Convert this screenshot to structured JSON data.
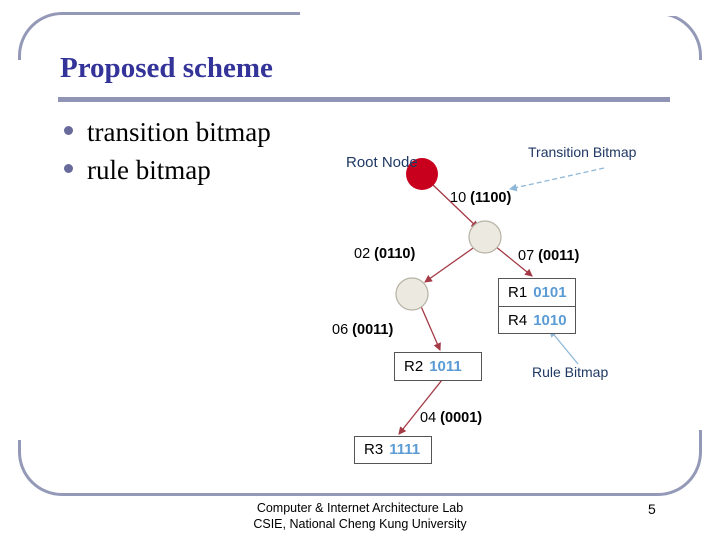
{
  "slide": {
    "title": "Proposed scheme",
    "accent_color": "#9095b5",
    "title_color": "#333399",
    "page_number": "5"
  },
  "bullets": [
    {
      "text": "transition bitmap"
    },
    {
      "text": "rule bitmap"
    }
  ],
  "diagram": {
    "root_label": "Root Node",
    "root_color": "#c8001e",
    "node_color": "#ebe9e0",
    "edge_color": "#a33a46",
    "callouts": [
      {
        "id": "transition-bitmap",
        "text": "Transition Bitmap"
      },
      {
        "id": "rule-bitmap",
        "text": "Rule Bitmap"
      }
    ],
    "edge_labels": [
      {
        "id": "edge-root-n1",
        "prefix": "10 ",
        "bits": "(1100)"
      },
      {
        "id": "edge-n1-n2",
        "prefix": "02 ",
        "bits": "(0110)"
      },
      {
        "id": "edge-n1-r14",
        "prefix": "07 ",
        "bits": "(0011)"
      },
      {
        "id": "edge-n2-r2",
        "prefix": "06 ",
        "bits": "(0011)"
      },
      {
        "id": "edge-r2-r3",
        "prefix": "04 ",
        "bits": "(0001)"
      }
    ],
    "rule_boxes": [
      {
        "id": "rule-box-r1-r4",
        "rows": [
          {
            "rule": "R1",
            "bits": "0101"
          },
          {
            "rule": "R4",
            "bits": "1010"
          }
        ]
      },
      {
        "id": "rule-box-r2",
        "rows": [
          {
            "rule": "R2",
            "bits": "1011"
          }
        ]
      },
      {
        "id": "rule-box-r3",
        "rows": [
          {
            "rule": "R3",
            "bits": "1111"
          }
        ]
      }
    ],
    "bits_color": "#5b9bd5",
    "callout_color": "#1f3864"
  },
  "footer": {
    "line1": "Computer & Internet Architecture Lab",
    "line2": "CSIE, National Cheng Kung University"
  }
}
